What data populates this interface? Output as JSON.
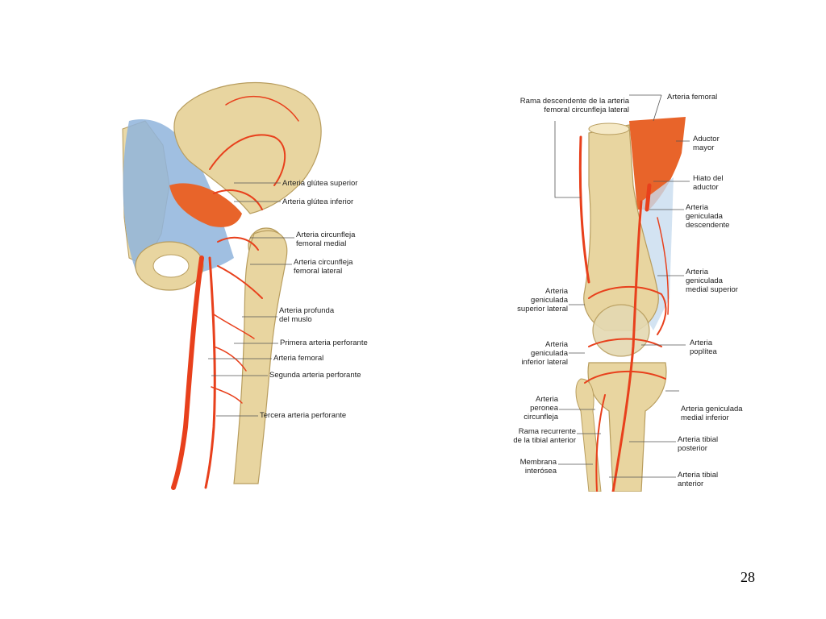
{
  "hip_labels": [
    "Arteria glútea superior",
    "Arteria glútea inferior",
    "Arteria circunfleja\nfemoral medial",
    "Arteria circunfleja\nfemoral lateral",
    "Arteria profunda\ndel muslo",
    "Primera arteria perforante",
    "Arteria femoral",
    "Segunda arteria perforante",
    "Tercera arteria perforante"
  ],
  "knee_labels": {
    "rama_descendente": "Rama descendente de la arteria\nfemoral circunfleja lateral",
    "arteria_femoral": "Arteria femoral",
    "aductor_mayor": "Aductor\nmayor",
    "hiato_aductor": "Hiato del\naductor",
    "geniculada_descendente": "Arteria\ngeniculada\ndescendente",
    "geniculada_medial_superior": "Arteria\ngeniculada\nmedial superior",
    "geniculada_superior_lateral": "Arteria\ngeniculada\nsuperior lateral",
    "poplitea": "Arteria\npoplítea",
    "geniculada_inferior_lateral": "Arteria\ngeniculada\ninferior lateral",
    "geniculada_medial_inferior": "Arteria geniculada\nmedial inferior",
    "peronea_circunfleja": "Arteria\nperonea\ncircunfleja",
    "rama_recurrente": "Rama recurrente\nde la tibial anterior",
    "tibial_posterior": "Arteria tibial\nposterior",
    "membrana_interosea": "Membrana\ninterósea",
    "tibial_anterior": "Arteria tibial\nanterior"
  },
  "page_number": "28",
  "colors": {
    "bone": "#e8d5a0",
    "bone_shadow": "#c9ad6a",
    "artery": "#e8401c",
    "ligament": "#8fb4dc",
    "muscle": "#e8642a"
  }
}
